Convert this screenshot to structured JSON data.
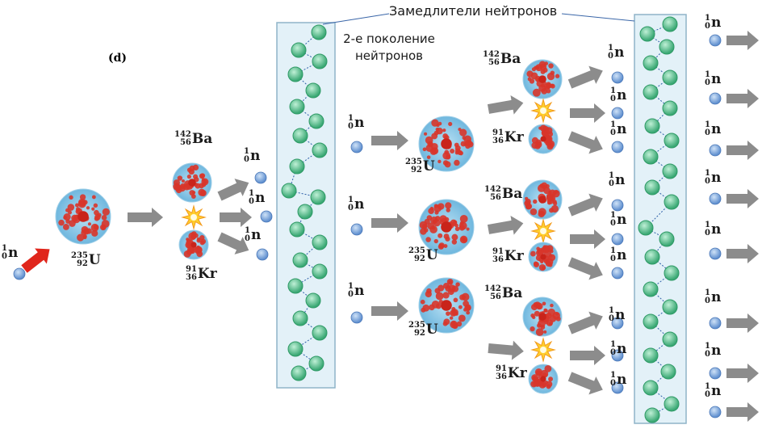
{
  "title": "Замедлители нейтронов",
  "generation_label_line1": "2-е поколение",
  "generation_label_line2": "нейтронов",
  "panel_tag": "(d)",
  "nuclides": {
    "neutron": {
      "A": "1",
      "Z": "0",
      "sym": "n"
    },
    "uranium": {
      "A": "235",
      "Z": "92",
      "sym": "U"
    },
    "barium": {
      "A": "142",
      "Z": "56",
      "sym": "Ba"
    },
    "krypton": {
      "A": "91",
      "Z": "36",
      "sym": "Kr"
    }
  },
  "colors": {
    "moderator_fill": "#e3f1f8",
    "moderator_border": "#8fb4c8",
    "moderator_atom": "#4fbf8a",
    "neutron": "#6d9bd6",
    "arrow": "#8c8c8c",
    "incoming_arrow": "#e0261c",
    "proton": "#d8352a",
    "nucleus_bg": "#7fc3e6",
    "flash": "#ffcf2e",
    "tag": "#b03a2e"
  }
}
